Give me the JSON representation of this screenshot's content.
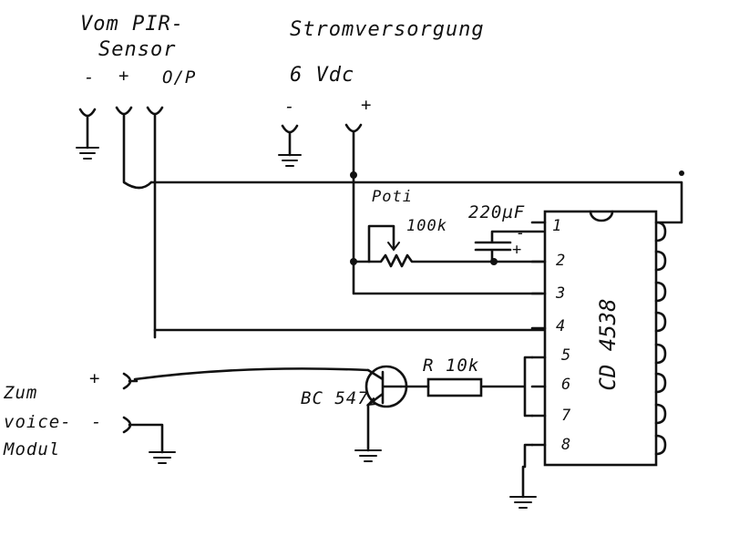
{
  "labels": {
    "pir_line1": "Vom PIR-",
    "pir_line2": "Sensor",
    "pir_minus": "-",
    "pir_plus": "+",
    "pir_out": "O/P",
    "power_title": "Stromversorgung",
    "power_voltage": "6 Vdc",
    "power_minus": "-",
    "power_plus": "+",
    "poti": "Poti",
    "poti_value": "100k",
    "cap_value": "220µF",
    "cap_minus": "-",
    "cap_plus": "+",
    "ic_name": "CD 4538",
    "transistor": "BC 547",
    "resistor": "R 10k",
    "voice_line1": "Zum",
    "voice_line2": "voice-",
    "voice_line3": "Modul",
    "voice_plus": "+",
    "voice_minus": "-"
  },
  "ic_pins": [
    "1",
    "2",
    "3",
    "4",
    "5",
    "6",
    "7",
    "8"
  ]
}
